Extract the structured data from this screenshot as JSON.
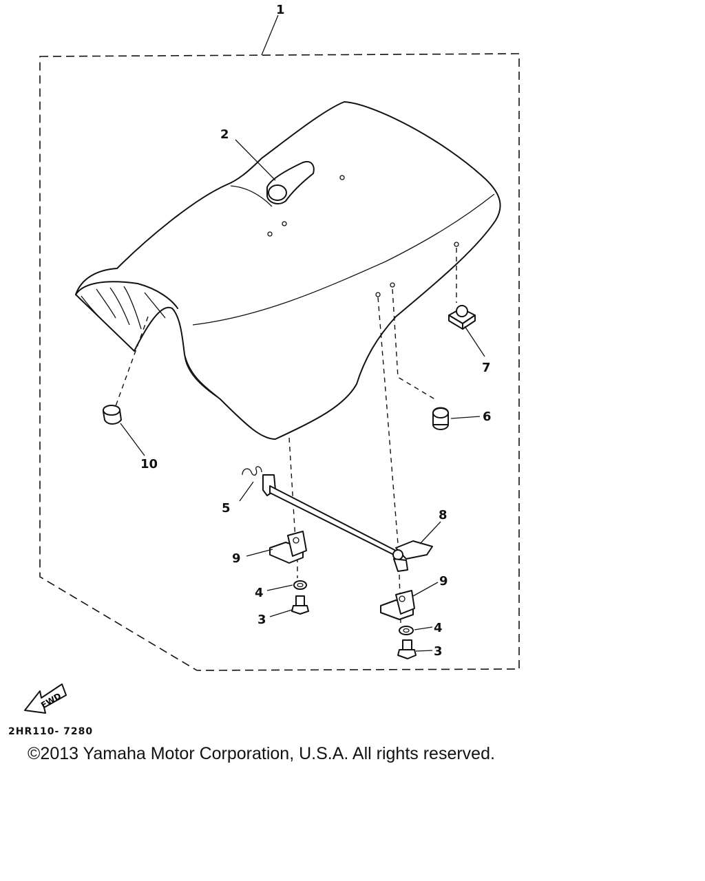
{
  "callouts": {
    "c1": "1",
    "c2": "2",
    "c3a": "3",
    "c3b": "3",
    "c4a": "4",
    "c4b": "4",
    "c5": "5",
    "c6": "6",
    "c7": "7",
    "c8": "8",
    "c9a": "9",
    "c9b": "9",
    "c10": "10"
  },
  "fwd_label": "FWD",
  "diagram_code": "2HR110- 7280",
  "copyright": "©2013 Yamaha Motor Corporation, U.S.A. All rights reserved."
}
